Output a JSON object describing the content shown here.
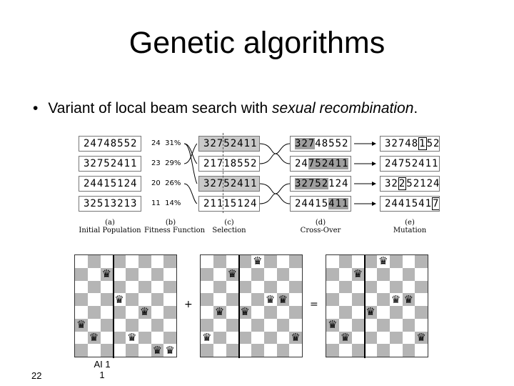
{
  "slide": {
    "title": "Genetic algorithms",
    "bullet": "•",
    "text_before": "Variant of local beam search with ",
    "text_emph": "sexual recombination",
    "text_after": "."
  },
  "figure": {
    "initial": [
      "24748552",
      "32752411",
      "24415124",
      "32513213"
    ],
    "fitness": [
      {
        "score": "24",
        "pct": "31%"
      },
      {
        "score": "23",
        "pct": "29%"
      },
      {
        "score": "20",
        "pct": "26%"
      },
      {
        "score": "11",
        "pct": "14%"
      }
    ],
    "selection": [
      "32752411",
      "21718552",
      "32752411",
      "21115124"
    ],
    "crossover": [
      {
        "a": "327",
        "b": "48552"
      },
      {
        "a": "24",
        "b": "752411"
      },
      {
        "a": "32752",
        "b": "124"
      },
      {
        "a": "24415",
        "b": "411"
      }
    ],
    "mutation": [
      {
        "a": "32748",
        "m": "1",
        "b": "52"
      },
      {
        "a": "24752411",
        "m": "",
        "b": ""
      },
      {
        "a": "32",
        "m": "2",
        "b": "52124"
      },
      {
        "a": "2441541",
        "m": "7",
        "b": ""
      }
    ],
    "captions": {
      "a_letter": "(a)",
      "a_label": "Initial Population",
      "b_letter": "(b)",
      "b_label": "Fitness Function",
      "c_letter": "(c)",
      "c_label": "Selection",
      "d_letter": "(d)",
      "d_label": "Cross-Over",
      "e_letter": "(e)",
      "e_label": "Mutation"
    }
  },
  "boards": {
    "plus": "+",
    "equals": "=",
    "queen_glyph": "♛",
    "board1": [
      3,
      2,
      7,
      5,
      2,
      4,
      1,
      1
    ],
    "board2": [
      2,
      4,
      7,
      4,
      8,
      5,
      5,
      2
    ],
    "board3": [
      3,
      2,
      7,
      4,
      8,
      5,
      5,
      2
    ]
  },
  "footer": {
    "page": "22",
    "ai_line1": "AI 1",
    "ai_line2": "1"
  }
}
